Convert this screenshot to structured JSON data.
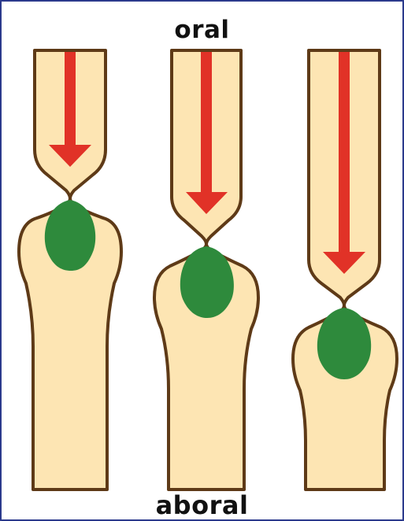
{
  "labels": {
    "top": "oral",
    "bottom": "aboral"
  },
  "colors": {
    "body_fill": "#fde5b3",
    "outline": "#5e3a17",
    "arrow": "#e13227",
    "bolus": "#2e8a3c",
    "border": "#2b3a8c"
  },
  "stages": [
    {
      "name": "stage-1",
      "arrow_icon": "down-arrow-icon",
      "bolus_icon": "bolus"
    },
    {
      "name": "stage-2",
      "arrow_icon": "down-arrow-icon",
      "bolus_icon": "bolus"
    },
    {
      "name": "stage-3",
      "arrow_icon": "down-arrow-icon",
      "bolus_icon": "bolus"
    }
  ]
}
